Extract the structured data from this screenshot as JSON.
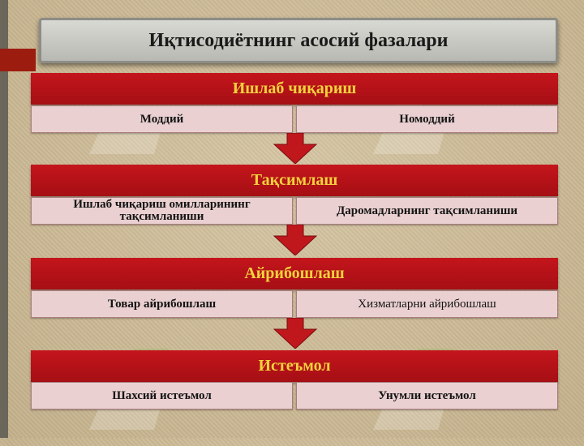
{
  "title": "Иқтисодиётнинг асосий фазалари",
  "phases": [
    {
      "header": "Ишлаб чиқариш",
      "left": "Моддий",
      "right": "Номоддий"
    },
    {
      "header": "Тақсимлаш",
      "left": "Ишлаб чиқариш омилларининг тақсимланиши",
      "right": "Даромадларнинг тақсимланиши"
    },
    {
      "header": "Айрибошлаш",
      "left": "Товар айрибошлаш",
      "right": "Хизматларни айрибошлаш"
    },
    {
      "header": "Истеъмол",
      "left": "Шахсий истеъмол",
      "right": "Унумли истеъмол"
    }
  ],
  "colors": {
    "header_bg": "#b5141a",
    "header_text": "#f3d23c",
    "sub_bg": "#ead0d1",
    "arrow": "#c0171d"
  }
}
